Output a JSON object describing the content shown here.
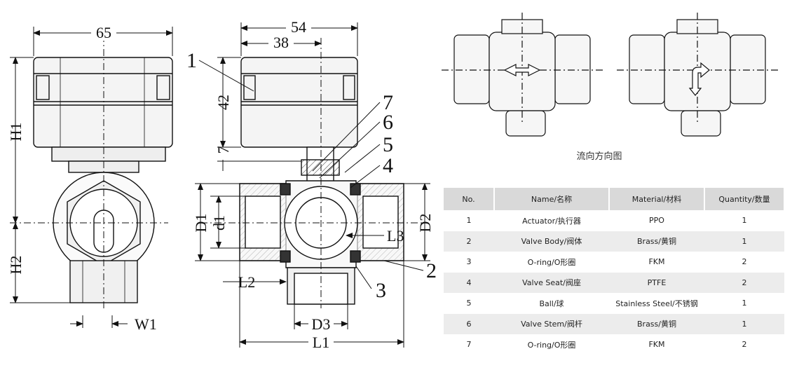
{
  "caption": "流向方向图",
  "front_view": {
    "width_label": "65",
    "h1_label": "H1",
    "h2_label": "H2",
    "w1_label": "W1"
  },
  "side_view": {
    "dims": [
      "54",
      "38",
      "42",
      "7",
      "D1",
      "d1",
      "D2",
      "L3",
      "L2",
      "D3",
      "L1"
    ],
    "callouts": [
      "1",
      "2",
      "3",
      "4",
      "5",
      "6",
      "7"
    ]
  },
  "parts_table": {
    "headers": [
      "No.",
      "Name/名称",
      "Material/材料",
      "Quantity/数量"
    ],
    "rows": [
      {
        "no": "1",
        "name": "Actuator/执行器",
        "material": "PPO",
        "qty": "1"
      },
      {
        "no": "2",
        "name": "Valve Body/阀体",
        "material": "Brass/黄铜",
        "qty": "1"
      },
      {
        "no": "3",
        "name": "O-ring/O形圈",
        "material": "FKM",
        "qty": "2"
      },
      {
        "no": "4",
        "name": "Valve Seat/阀座",
        "material": "PTFE",
        "qty": "2"
      },
      {
        "no": "5",
        "name": "Ball/球",
        "material": "Stainless Steel/不锈钢",
        "qty": "1"
      },
      {
        "no": "6",
        "name": "Valve Stem/阀杆",
        "material": "Brass/黄铜",
        "qty": "1"
      },
      {
        "no": "7",
        "name": "O-ring/O形圈",
        "material": "FKM",
        "qty": "2"
      }
    ]
  }
}
